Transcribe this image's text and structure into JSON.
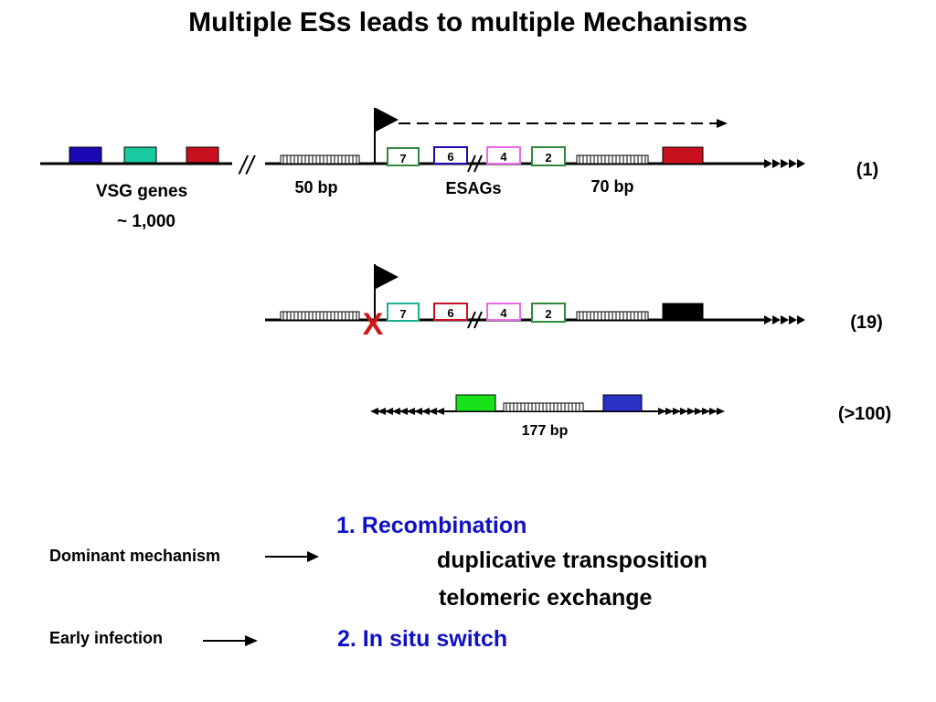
{
  "title": "Multiple ESs leads to multiple Mechanisms",
  "colors": {
    "line": "#000000",
    "vsg_blue": "#1a0ab4",
    "vsg_teal": "#19c9a0",
    "vsg_red": "#c8101e",
    "inactive_vsg": "#000000",
    "minichrom_green": "#1ae21a",
    "minichrom_blue": "#2a32c8",
    "esag7": "#2f8a3a",
    "esag6_active": "#1a0ab4",
    "esag6_inactive": "#c8101e",
    "esag4": "#e86ae8",
    "esag2": "#2f8a3a",
    "esag7_inactive": "#1ab090",
    "x_mark": "#d01818",
    "mechanism_text": "#1010c8"
  },
  "diagram": {
    "break_symbol": "//",
    "es_active": {
      "count_label": "(1)",
      "repeat_50_label": "50 bp",
      "esags_label": "ESAGs",
      "repeat_70_label": "70 bp",
      "esag_numbers": [
        "7",
        "6",
        "4",
        "2"
      ],
      "vsg_array_label": "VSG genes",
      "vsg_array_count": "~ 1,000"
    },
    "es_inactive": {
      "count_label": "(19)",
      "blocked_mark": "X",
      "esag_numbers": [
        "7",
        "6",
        "4",
        "2"
      ]
    },
    "minichromosome": {
      "count_label": "(>100)",
      "repeat_label": "177 bp"
    }
  },
  "mechanisms": {
    "recombination": "1. Recombination",
    "duplicative": "duplicative transposition",
    "telomeric": "telomeric exchange",
    "in_situ": "2. In situ switch",
    "dominant_label": "Dominant mechanism",
    "early_label": "Early infection"
  }
}
